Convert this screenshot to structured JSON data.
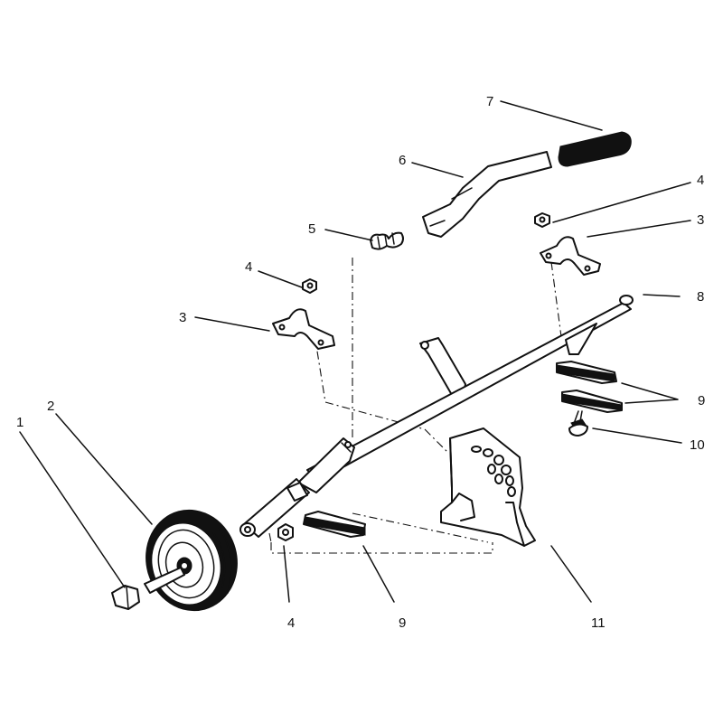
{
  "diagram": {
    "callouts": [
      {
        "id": "c1",
        "label": "1"
      },
      {
        "id": "c2",
        "label": "2"
      },
      {
        "id": "c3a",
        "label": "3"
      },
      {
        "id": "c3b",
        "label": "3"
      },
      {
        "id": "c4a",
        "label": "4"
      },
      {
        "id": "c4b",
        "label": "4"
      },
      {
        "id": "c4c",
        "label": "4"
      },
      {
        "id": "c5",
        "label": "5"
      },
      {
        "id": "c6",
        "label": "6"
      },
      {
        "id": "c7",
        "label": "7"
      },
      {
        "id": "c8",
        "label": "8"
      },
      {
        "id": "c9a",
        "label": "9"
      },
      {
        "id": "c9b",
        "label": "9"
      },
      {
        "id": "c10",
        "label": "10"
      },
      {
        "id": "c11",
        "label": "11"
      }
    ],
    "colors": {
      "ink": "#111111",
      "paper": "#ffffff"
    }
  }
}
